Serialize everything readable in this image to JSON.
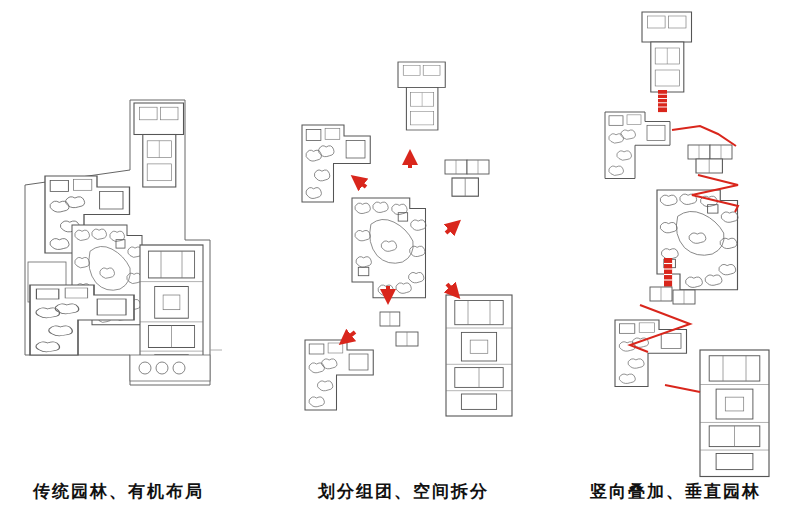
{
  "diagram": {
    "labels": [
      "传统园林、有机布局",
      "划分组团、空间拆分",
      "竖向叠加、垂直园林"
    ]
  }
}
